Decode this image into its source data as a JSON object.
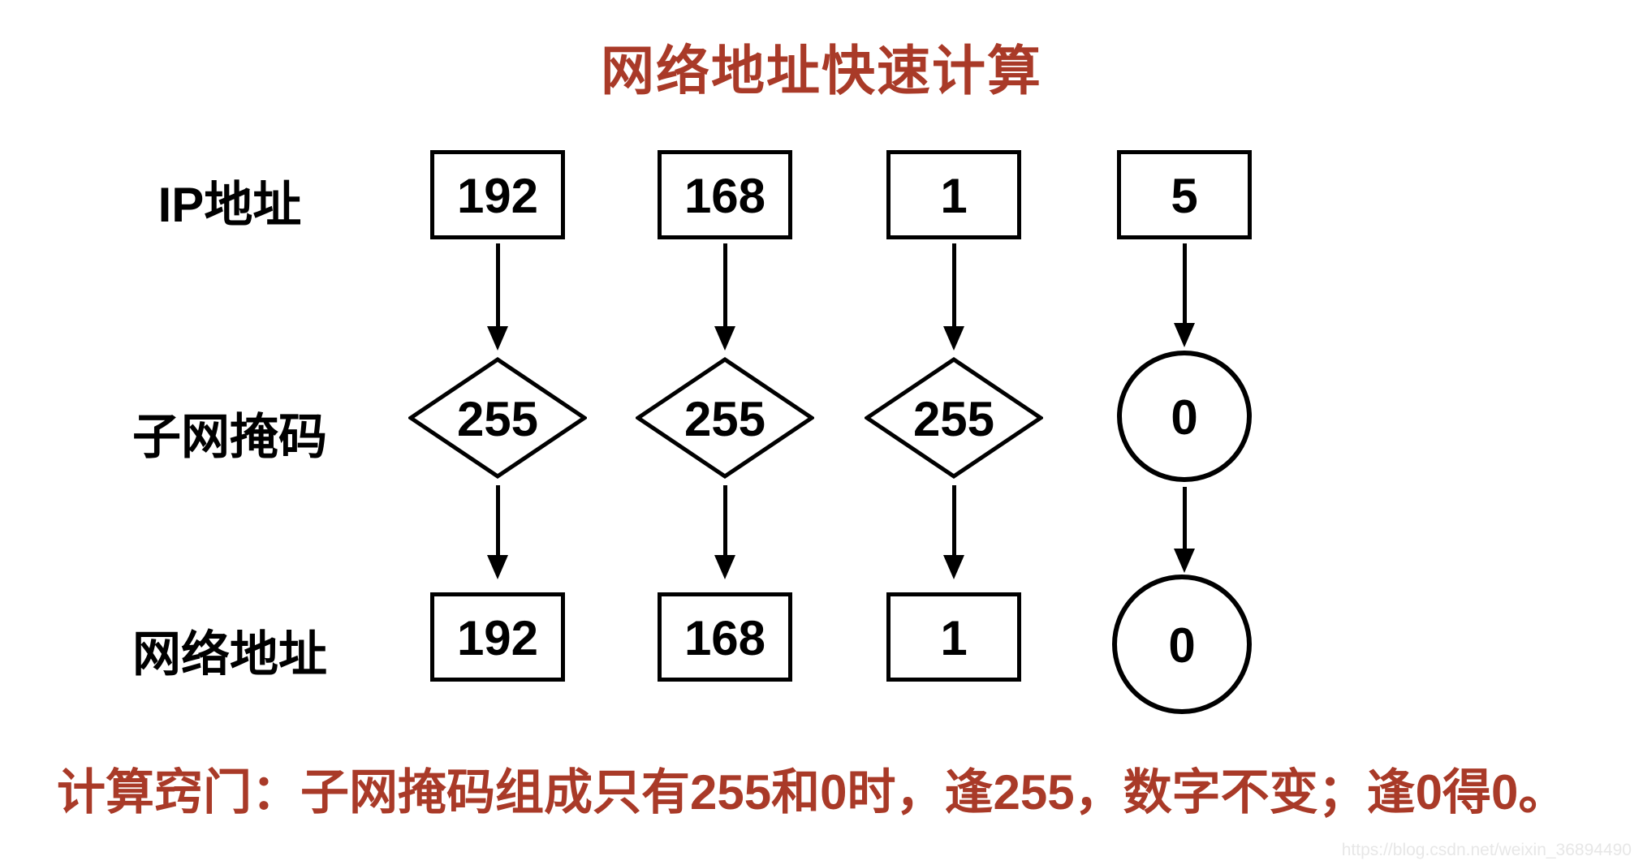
{
  "title": "网络地址快速计算",
  "row_labels": {
    "ip": "IP地址",
    "mask": "子网掩码",
    "network": "网络地址"
  },
  "columns": [
    {
      "ip": "192",
      "mask": "255",
      "network": "192"
    },
    {
      "ip": "168",
      "mask": "255",
      "network": "168"
    },
    {
      "ip": "1",
      "mask": "255",
      "network": "1"
    },
    {
      "ip": "5",
      "mask": "0",
      "network": "0"
    }
  ],
  "tip": "计算窍门：子网掩码组成只有255和0时，逢255，数字不变；逢0得0。",
  "watermark": "https://blog.csdn.net/weixin_36894490",
  "colors": {
    "accent": "#A93A28",
    "shape_stroke": "#000000",
    "background": "#FFFFFF",
    "watermark": "#E7E7E7"
  }
}
